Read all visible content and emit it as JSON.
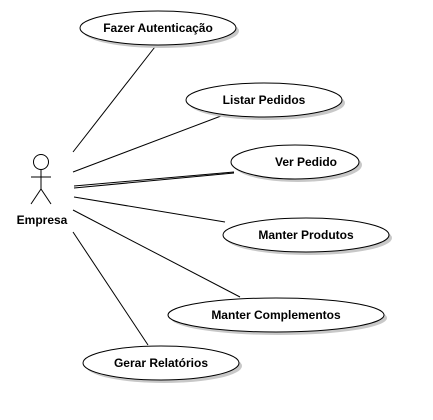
{
  "diagram": {
    "actor": {
      "name": "Empresa"
    },
    "use_cases": [
      {
        "id": "fazer-autenticacao",
        "label": "Fazer Autenticação"
      },
      {
        "id": "listar-pedidos",
        "label": "Listar Pedidos"
      },
      {
        "id": "ver-pedido",
        "label": "Ver Pedido"
      },
      {
        "id": "manter-produtos",
        "label": "Manter Produtos"
      },
      {
        "id": "manter-complementos",
        "label": "Manter Complementos"
      },
      {
        "id": "gerar-relatorios",
        "label": "Gerar Relatórios"
      }
    ]
  }
}
